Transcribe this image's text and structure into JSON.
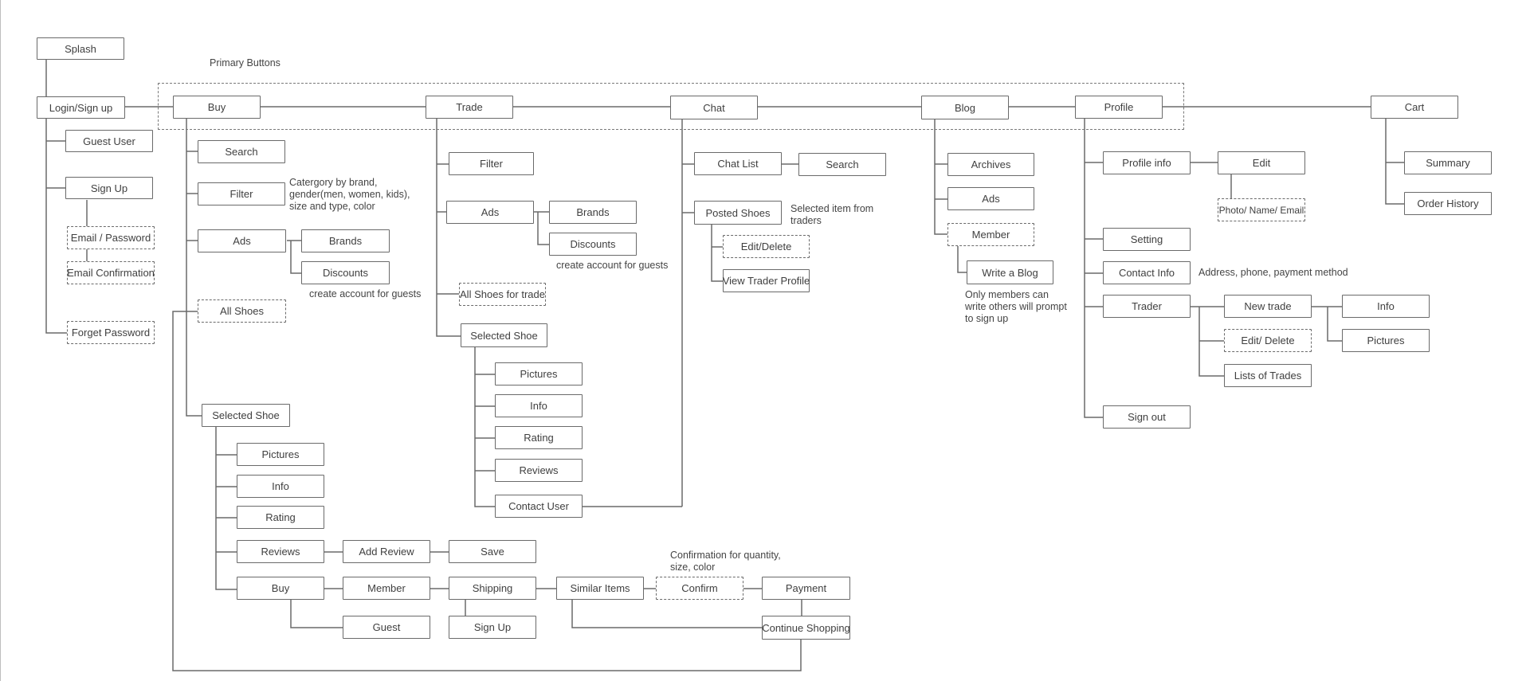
{
  "nodes": {
    "splash": "Splash",
    "login": "Login/Sign up",
    "guest_user": "Guest User",
    "sign_up": "Sign Up",
    "email_password": "Email / Password",
    "email_confirmation": "Email Confirmation",
    "forget_password": "Forget Password",
    "buy": "Buy",
    "buy_search": "Search",
    "buy_filter": "Filter",
    "buy_ads": "Ads",
    "buy_brands": "Brands",
    "buy_discounts": "Discounts",
    "buy_all_shoes": "All Shoes",
    "buy_selected_shoe": "Selected Shoe",
    "buy_pictures": "Pictures",
    "buy_info": "Info",
    "buy_rating": "Rating",
    "buy_reviews": "Reviews",
    "add_review": "Add Review",
    "save": "Save",
    "buy_buy": "Buy",
    "member": "Member",
    "shipping": "Shipping",
    "similar_items": "Similar Items",
    "confirm": "Confirm",
    "payment": "Payment",
    "guest": "Guest",
    "sign_up_2": "Sign Up",
    "continue_shopping": "Continue Shopping",
    "trade": "Trade",
    "trade_filter": "Filter",
    "trade_ads": "Ads",
    "trade_brands": "Brands",
    "trade_discounts": "Discounts",
    "all_shoes_for_trade": "All Shoes for trade",
    "trade_selected_shoe": "Selected Shoe",
    "trade_pictures": "Pictures",
    "trade_info": "Info",
    "trade_rating": "Rating",
    "trade_reviews": "Reviews",
    "contact_user": "Contact User",
    "chat": "Chat",
    "chat_list": "Chat List",
    "chat_search": "Search",
    "posted_shoes": "Posted Shoes",
    "edit_delete": "Edit/Delete",
    "view_trader_profile": "View Trader Profile",
    "blog": "Blog",
    "archives": "Archives",
    "blog_ads": "Ads",
    "blog_member": "Member",
    "write_a_blog": "Write a Blog",
    "profile": "Profile",
    "profile_info": "Profile info",
    "edit": "Edit",
    "photo_name_email": "Photo/ Name/ Email",
    "setting": "Setting",
    "contact_info": "Contact Info",
    "trader": "Trader",
    "new_trade": "New trade",
    "trader_info": "Info",
    "trader_pictures": "Pictures",
    "trader_edit_delete": "Edit/ Delete",
    "lists_of_trades": "Lists of Trades",
    "sign_out": "Sign out",
    "cart": "Cart",
    "summary": "Summary",
    "order_history": "Order History"
  },
  "notes": {
    "primary_buttons": "Primary Buttons",
    "filter_note": [
      "Catergory by brand,",
      "gender(men, women, kids),",
      "size and type, color"
    ],
    "buy_discount_note": "create account for guests",
    "trade_discount_note": "create account for guests",
    "posted_note": [
      "Selected item from",
      "traders"
    ],
    "member_note": [
      "Only members can",
      "write others will prompt",
      "to sign up"
    ],
    "contact_note": "Address, phone, payment method",
    "confirm_note": [
      "Confirmation for quantity,",
      "size, color"
    ]
  },
  "colors": {
    "line": "#6a6a6a",
    "border": "#6a6a6a",
    "text": "#3f3f3f"
  }
}
